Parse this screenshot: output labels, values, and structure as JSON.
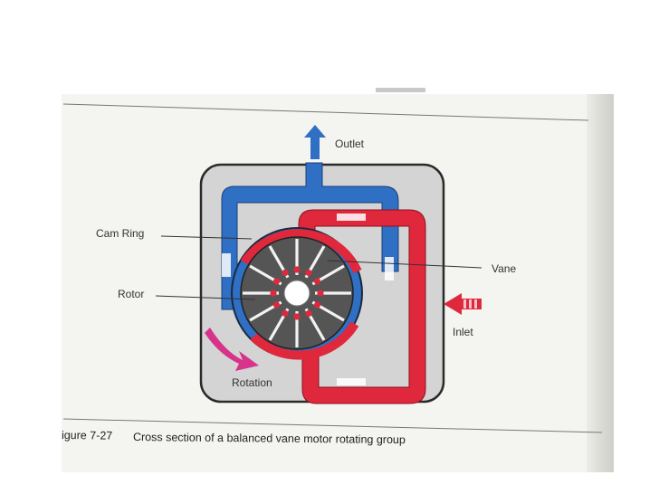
{
  "labels": {
    "outlet": "Outlet",
    "cam_ring": "Cam Ring",
    "vane": "Vane",
    "rotor": "Rotor",
    "inlet": "Inlet",
    "rotation": "Rotation"
  },
  "caption": {
    "figure": "igure 7-27",
    "text": "Cross section of a balanced vane motor rotating group"
  },
  "colors": {
    "outlet_flow": "#2f6fc4",
    "inlet_flow": "#e0283c",
    "rotor": "#555555",
    "housing": "#d4d4d4",
    "rotation_arrow": "#d8338a"
  },
  "vane_count": 12
}
